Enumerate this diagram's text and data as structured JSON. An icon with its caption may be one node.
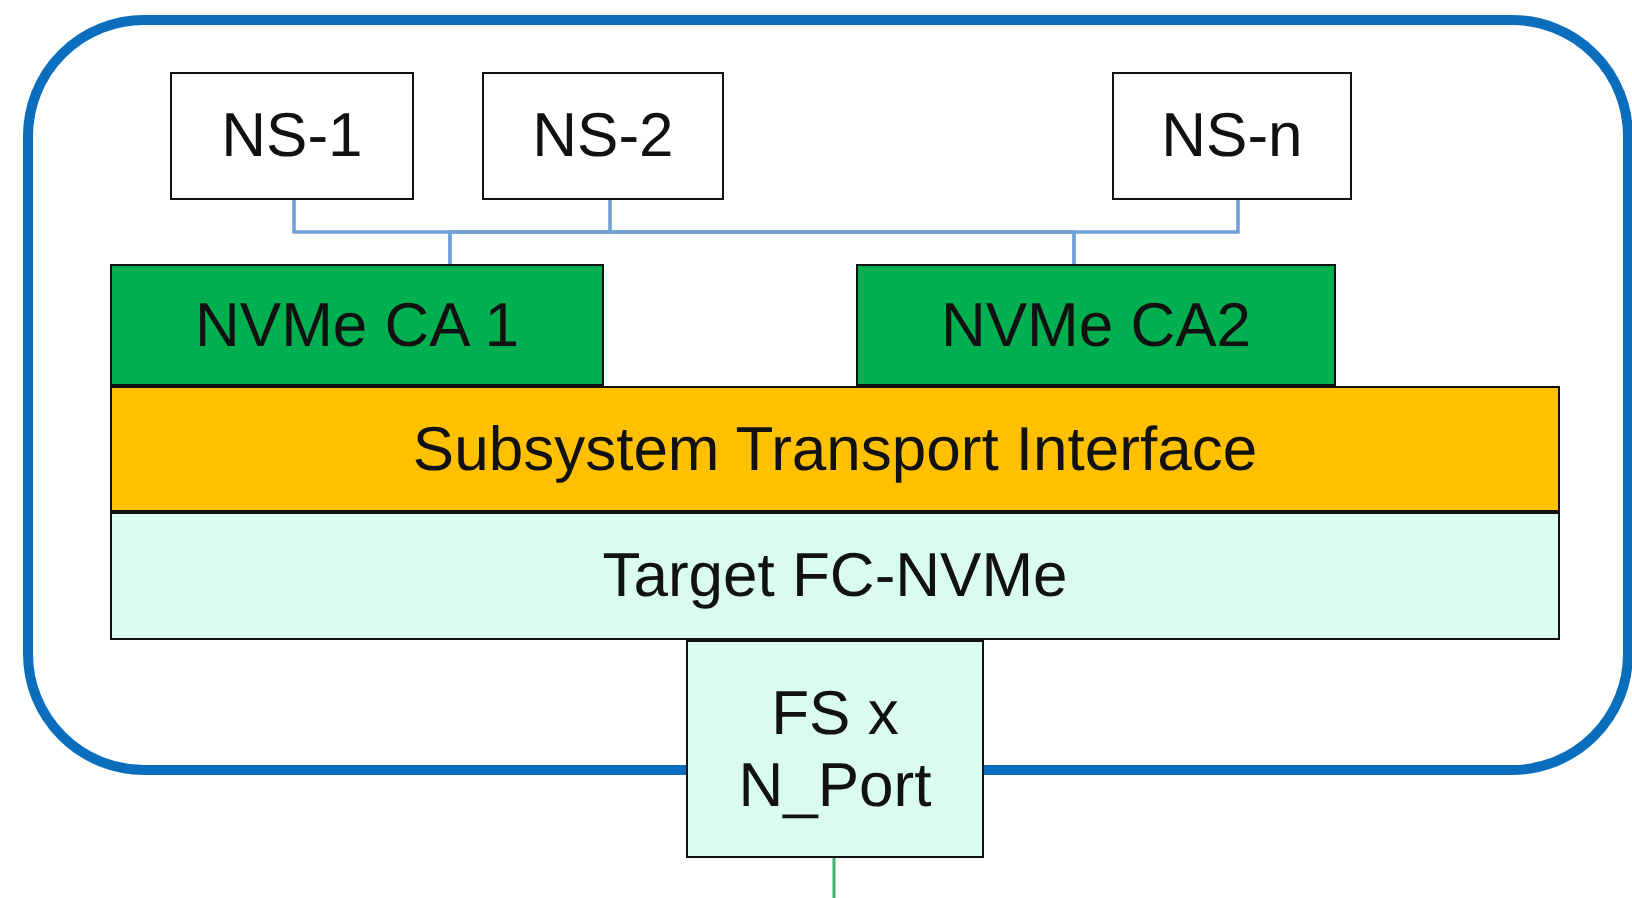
{
  "diagram": {
    "nodes": [
      {
        "text": [],
        "shape": "box"
      },
      {
        "text": [
          "NS-1"
        ],
        "in": 0
      },
      {
        "text": [
          "NS-2"
        ],
        "in": 0
      },
      {
        "text": [
          "NS-n"
        ],
        "in": 0
      },
      {
        "text": [
          "NVMe CA 1"
        ],
        "in": 0
      },
      {
        "text": [
          "NVMe CA2"
        ],
        "in": 0
      },
      {
        "text": [
          "Subsystem Transport Interface"
        ],
        "in": 0
      },
      {
        "text": [
          "Target FC-NVMe"
        ],
        "in": 0
      },
      {
        "text": [
          "FS x N_Port"
        ]
      }
    ],
    "edges": [
      {
        "from": 1,
        "to": 4,
        "arrow": "none"
      },
      {
        "from": 1,
        "to": 5,
        "arrow": "none"
      },
      {
        "from": 2,
        "to": 4,
        "arrow": "none"
      },
      {
        "from": 2,
        "to": 5,
        "arrow": "none"
      },
      {
        "from": 3,
        "to": 4,
        "arrow": "none"
      },
      {
        "from": 3,
        "to": 5,
        "arrow": "none"
      },
      {
        "from": 8,
        "to": null,
        "arrow": "none",
        "color": "#3cb371"
      }
    ]
  }
}
